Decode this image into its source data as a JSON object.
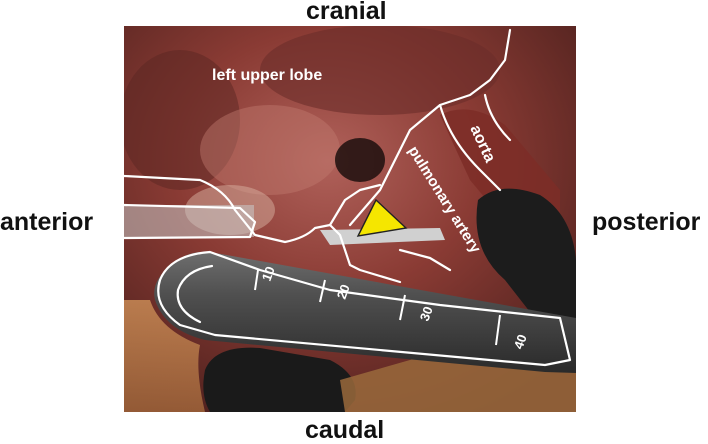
{
  "orientation": {
    "cranial": "cranial",
    "caudal": "caudal",
    "anterior": "anterior",
    "posterior": "posterior"
  },
  "structures": {
    "left_upper_lobe": "left upper lobe",
    "pulmonary_artery": "pulmonary artery",
    "aorta": "aorta"
  },
  "stapler_scale": [
    "10",
    "20",
    "30",
    "40"
  ],
  "marker": {
    "shape": "triangle",
    "color": "#f5e600"
  },
  "colors": {
    "outline": "#ffffff",
    "tissue": "#8a3b34",
    "instrument": "#4a4a4a",
    "gauze": "#1c1c1c"
  }
}
